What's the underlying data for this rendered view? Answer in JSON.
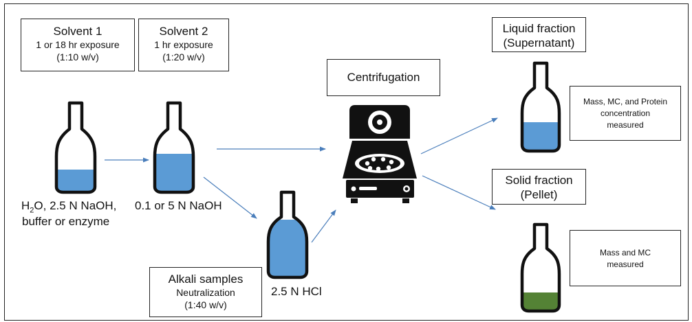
{
  "solvent1": {
    "title": "Solvent 1",
    "line1": "1 or 18 hr exposure",
    "line2": "(1:10 w/v)"
  },
  "solvent2": {
    "title": "Solvent 2",
    "line1": "1 hr exposure",
    "line2": "(1:20 w/v)"
  },
  "centrifugation": {
    "title": "Centrifugation"
  },
  "liquid_fraction": {
    "title": "Liquid fraction",
    "subtitle": "(Supernatant)"
  },
  "solid_fraction": {
    "title": "Solid fraction",
    "subtitle": "(Pellet)"
  },
  "liquid_measured": {
    "line1": "Mass, MC, and Protein",
    "line2": "concentration",
    "line3": "measured"
  },
  "solid_measured": {
    "line1": "Mass and MC",
    "line2": "measured"
  },
  "alkali": {
    "title": "Alkali samples",
    "line1": "Neutralization",
    "line2": "(1:40 w/v)"
  },
  "bottle1_label": {
    "h": "H",
    "sub": "2",
    "rest": "O, 2.5 N NaOH,",
    "line2": "buffer or enzyme"
  },
  "bottle2_label": "0.1 or 5 N NaOH",
  "bottle3_label": "2.5 N HCl",
  "colors": {
    "liquid": "#5b9bd5",
    "pellet": "#548235",
    "arrow": "#4a7ebb",
    "outline": "#111111"
  }
}
